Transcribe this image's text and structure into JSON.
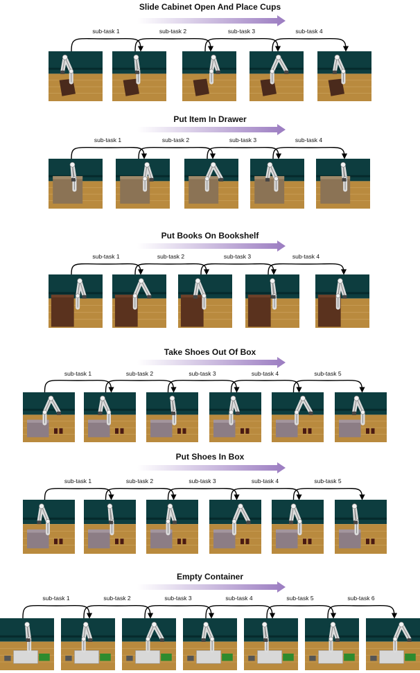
{
  "colors": {
    "wall": "#0d3d3f",
    "wall_dark": "#062a2c",
    "floor": "#b98a3e",
    "floor_light": "#caa05a",
    "arrow_start": "#ffffff",
    "arrow_end": "#9b7cc1",
    "arc": "#000000"
  },
  "panels": [
    {
      "title": "Slide Cabinet Open And Place Cups",
      "subtasks": [
        "sub-task 1",
        "sub-task 2",
        "sub-task 3",
        "sub-task 4"
      ],
      "scene": "cabinet"
    },
    {
      "title": "Put Item In Drawer",
      "subtasks": [
        "sub-task 1",
        "sub-task 2",
        "sub-task 3",
        "sub-task 4"
      ],
      "scene": "drawer"
    },
    {
      "title": "Put Books On Bookshelf",
      "subtasks": [
        "sub-task 1",
        "sub-task 2",
        "sub-task 3",
        "sub-task 4"
      ],
      "scene": "bookshelf"
    },
    {
      "title": "Take Shoes Out Of Box",
      "subtasks": [
        "sub-task 1",
        "sub-task 2",
        "sub-task 3",
        "sub-task 4",
        "sub-task 5"
      ],
      "scene": "shoebox"
    },
    {
      "title": "Put Shoes In Box",
      "subtasks": [
        "sub-task 1",
        "sub-task 2",
        "sub-task 3",
        "sub-task 4",
        "sub-task 5"
      ],
      "scene": "shoebox"
    },
    {
      "title": "Empty Container",
      "subtasks": [
        "sub-task 1",
        "sub-task 2",
        "sub-task 3",
        "sub-task 4",
        "sub-task 5",
        "sub-task 6"
      ],
      "scene": "container"
    }
  ]
}
